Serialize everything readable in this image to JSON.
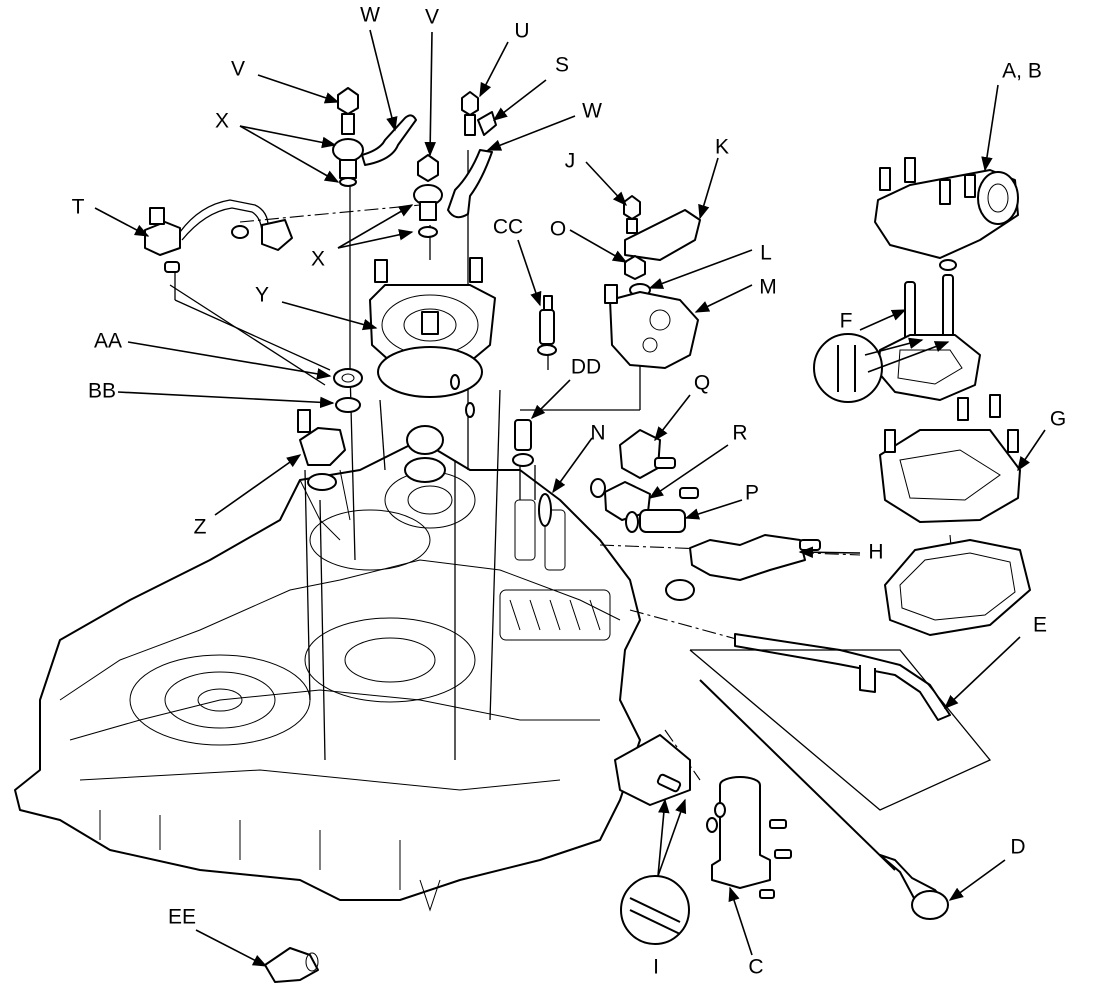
{
  "diagram": {
    "callouts": {
      "V1": "V",
      "W1": "W",
      "V2": "V",
      "U": "U",
      "S": "S",
      "W2": "W",
      "X1": "X",
      "T": "T",
      "X2": "X",
      "Y": "Y",
      "CC": "CC",
      "AA": "AA",
      "BB": "BB",
      "Z": "Z",
      "DD": "DD",
      "J": "J",
      "K": "K",
      "O": "O",
      "L": "L",
      "M": "M",
      "AB": "A, B",
      "F": "F",
      "G": "G",
      "Q": "Q",
      "R": "R",
      "N": "N",
      "P": "P",
      "H": "H",
      "E": "E",
      "D": "D",
      "C": "C",
      "I": "I",
      "EE": "EE"
    }
  }
}
